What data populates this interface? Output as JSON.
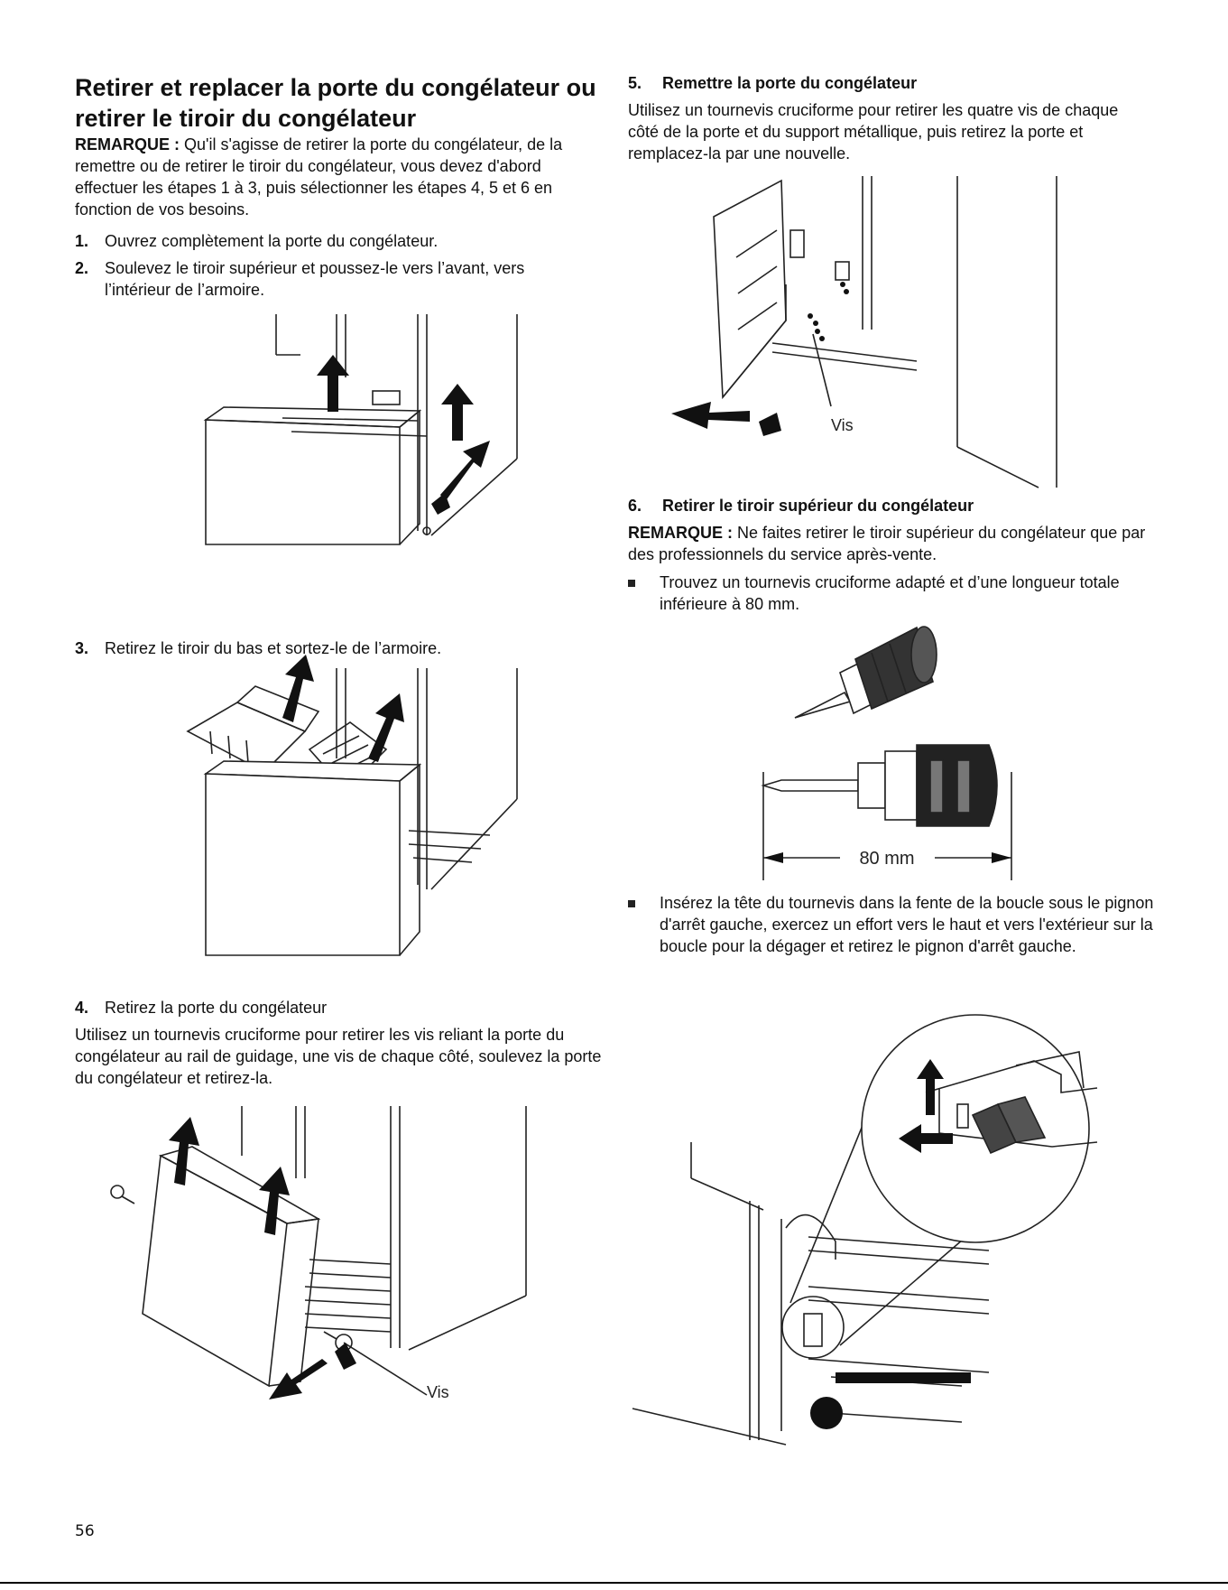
{
  "left": {
    "title": "Retirer et replacer la porte du congélateur ou retirer le tiroir du congélateur",
    "note_label": "REMARQUE :",
    "note_text": "Qu'il s'agisse de retirer la porte du congélateur, de la remettre ou de retirer le tiroir du congélateur, vous devez d'abord effectuer les étapes 1 à 3, puis sélectionner les étapes 4, 5 et 6 en fonction de vos besoins.",
    "steps": [
      {
        "num": "1.",
        "text": "Ouvrez complètement la porte du congélateur."
      },
      {
        "num": "2.",
        "text": "Soulevez le tiroir supérieur et poussez-le vers l’avant, vers l’intérieur de l’armoire."
      },
      {
        "num": "3.",
        "text": "Retirez le tiroir du bas et sortez-le de l’armoire."
      },
      {
        "num": "4.",
        "text": "Retirez la porte du congélateur"
      }
    ],
    "step4_body": "Utilisez un tournevis cruciforme pour retirer les vis reliant la porte du congélateur au rail de guidage, une vis de chaque côté, soulevez la porte du congélateur et retirez-la.",
    "fig4_label": "Vis"
  },
  "right": {
    "step5_num": "5.",
    "step5_title": "Remettre la porte du congélateur",
    "step5_body": "Utilisez un tournevis cruciforme pour retirer les quatre vis de chaque côté de la porte et du support métallique, puis retirez la porte et remplacez-la par une nouvelle.",
    "fig5_label": "Vis",
    "step6_num": "6.",
    "step6_title": "Retirer le tiroir supérieur du congélateur",
    "note_label": "REMARQUE :",
    "note_text": "Ne faites retirer le tiroir supérieur du congélateur que par des professionnels du service après-vente.",
    "bullets": [
      "Trouvez un tournevis cruciforme adapté et d’une longueur totale inférieure à 80 mm.",
      "Insérez la tête du tournevis dans la fente de la boucle sous le pignon d'arrêt gauche, exercez un effort vers le haut et vers l'extérieur sur la boucle pour la dégager et retirez le pignon d'arrêt gauche."
    ],
    "dimension_label": "80 mm"
  },
  "footer": {
    "page_number": "56"
  }
}
